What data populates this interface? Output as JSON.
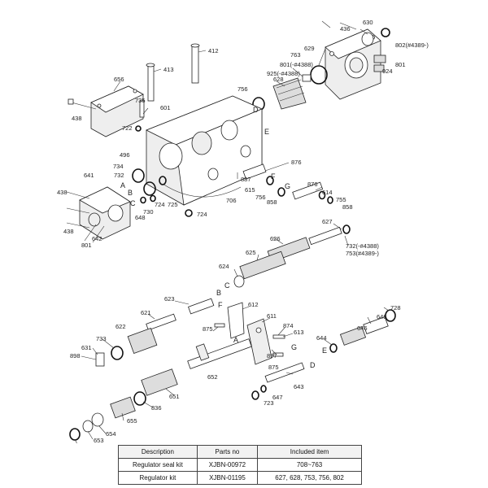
{
  "labels": {
    "l436a": "436",
    "l630": "630",
    "l802a": "802(#4389-)",
    "l629": "629",
    "l801a": "801(-#4388)",
    "l763": "763",
    "l925": "925(-#4388)",
    "l628": "628",
    "l756a": "756",
    "l801b": "801",
    "l924": "924",
    "l412": "412",
    "l413": "413",
    "l656": "656",
    "l735": "735",
    "l601": "601",
    "l438a": "438",
    "l722": "722",
    "lD1": "D",
    "lE1": "E",
    "l496": "496",
    "l734": "734",
    "l732a": "732",
    "l641": "641",
    "lA1": "A",
    "lB1": "B",
    "lC1": "C",
    "l876a": "876",
    "lF1": "F",
    "l887": "887",
    "lG1": "G",
    "l876b": "876",
    "l615": "615",
    "l756b": "756",
    "l858a": "858",
    "l614": "614",
    "l755": "755",
    "l858b": "858",
    "l706": "706",
    "l724a": "724",
    "l725": "725",
    "l724b": "724",
    "l730": "730",
    "l438b": "438",
    "l648": "648",
    "l438c": "438",
    "l642": "642",
    "l801c": "801",
    "l627": "627",
    "l732b": "732(-#4388)",
    "l753": "753(#4389-)",
    "l626": "626",
    "l625": "625",
    "l624": "624",
    "lC2": "C",
    "lB2": "B",
    "l623": "623",
    "l621": "621",
    "lF2": "F",
    "l612": "612",
    "l611": "611",
    "l875a": "875",
    "l622": "622",
    "l874": "874",
    "l613": "613",
    "l733": "733",
    "lA2": "A",
    "l631": "631",
    "l898": "898",
    "l897": "897",
    "lG2": "G",
    "l728": "728",
    "l645": "645",
    "l646": "646",
    "l644": "644",
    "lE2": "E",
    "lD2": "D",
    "l652": "652",
    "l875b": "875",
    "l643": "643",
    "l651": "651",
    "l723": "723",
    "l647": "647",
    "l836": "836",
    "l655": "655",
    "l654": "654",
    "l653": "653",
    "l814": "814"
  },
  "table": {
    "headers": [
      "Description",
      "Parts no",
      "Included item"
    ],
    "rows": [
      [
        "Regulator seal kit",
        "XJBN-00972",
        "708~763"
      ],
      [
        "Regulator kit",
        "XJBN-01195",
        "627, 628, 753, 756, 802"
      ]
    ]
  }
}
